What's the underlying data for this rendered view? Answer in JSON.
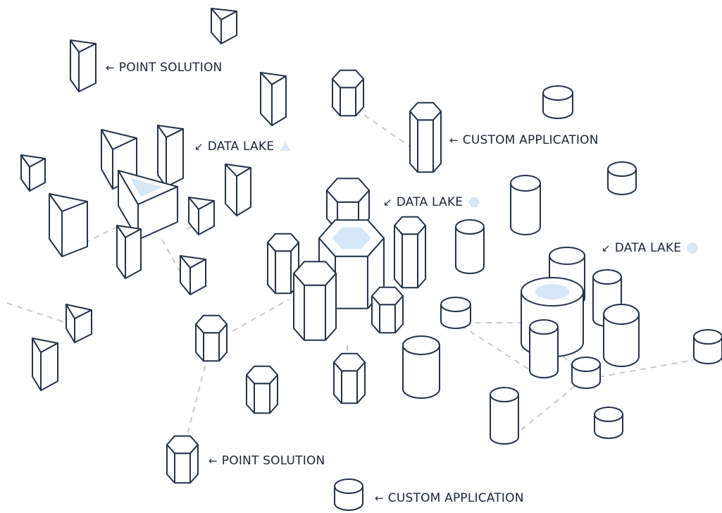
{
  "colors": {
    "stroke": "#253248",
    "fill": "#ffffff",
    "accent": "#d6e8f7",
    "link": "#c9c9c9",
    "text": "#1b2536"
  },
  "labels": {
    "point_solution_top": "POINT SOLUTION",
    "data_lake_triangle": "DATA LAKE",
    "custom_application_top": "CUSTOM APPLICATION",
    "data_lake_hexagon": "DATA LAKE",
    "data_lake_circle": "DATA LAKE",
    "point_solution_bottom": "POINT SOLUTION",
    "custom_application_bottom": "CUSTOM APPLICATION"
  },
  "arrows": {
    "left": "←",
    "down_left": "↙"
  }
}
